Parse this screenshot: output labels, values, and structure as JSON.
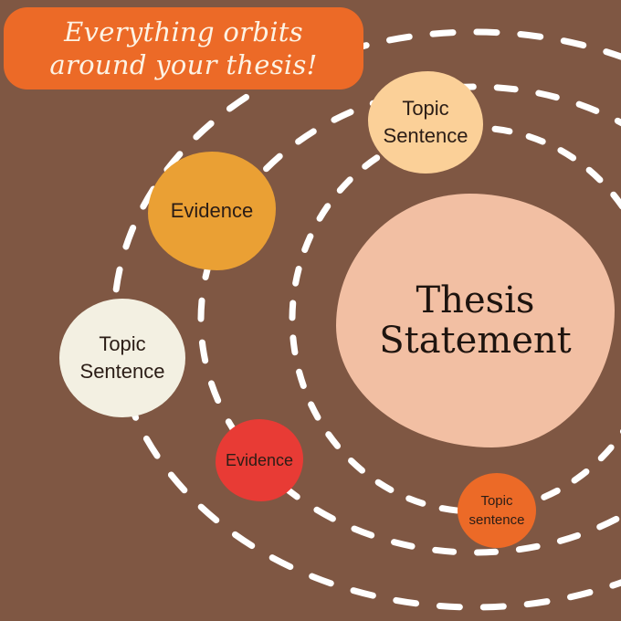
{
  "title": "Everything orbits around your thesis!",
  "center": {
    "label": "Thesis\nStatement",
    "color": "#f2bfa3"
  },
  "nodes": [
    {
      "id": "topic-top",
      "label": "Topic\nSentence",
      "color": "#fbd098"
    },
    {
      "id": "evidence-top",
      "label": "Evidence",
      "color": "#eaa034"
    },
    {
      "id": "topic-left",
      "label": "Topic\nSentence",
      "color": "#f3f0e2"
    },
    {
      "id": "evidence-bottom",
      "label": "Evidence",
      "color": "#e83b35"
    },
    {
      "id": "topic-bottom",
      "label": "Topic\nsentence",
      "color": "#ec6a27"
    }
  ],
  "colors": {
    "background": "#7f5743",
    "banner": "#ec6a27",
    "banner_text": "#fdf3e4",
    "orbit": "#ffffff"
  }
}
